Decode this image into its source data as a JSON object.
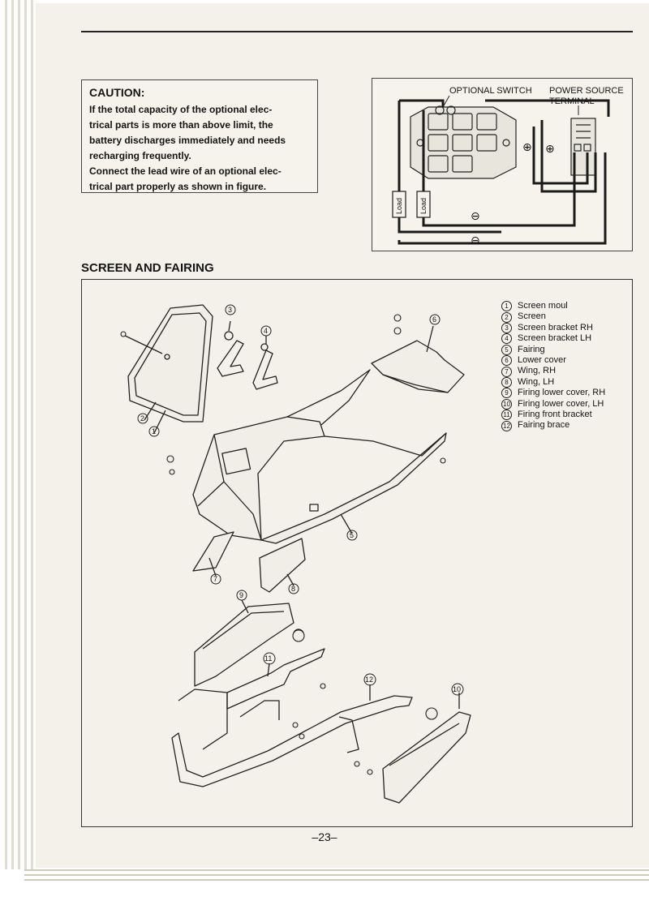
{
  "caution": {
    "title": "CAUTION:",
    "line1": "If the total capacity of the optional elec-",
    "line2": "trical parts is more than above limit, the",
    "line3": "battery discharges immediately and needs",
    "line4": "recharging frequently.",
    "line5": "Connect the lead wire of an optional elec-",
    "line6": "trical part properly as shown in figure."
  },
  "wiring_diagram": {
    "optional_switch": "OPTIONAL SWITCH",
    "power_source_line1": "POWER SOURCE",
    "power_source_line2": "TERMINAL",
    "load_label": "Load",
    "plus_symbol": "⊕",
    "minus_symbol": "⊖"
  },
  "section": {
    "title": "SCREEN AND FAIRING"
  },
  "parts": [
    {
      "num": "1",
      "name": "Screen moul"
    },
    {
      "num": "2",
      "name": "Screen"
    },
    {
      "num": "3",
      "name": "Screen bracket RH"
    },
    {
      "num": "4",
      "name": "Screen bracket LH"
    },
    {
      "num": "5",
      "name": "Fairing"
    },
    {
      "num": "6",
      "name": "Lower cover"
    },
    {
      "num": "7",
      "name": "Wing, RH"
    },
    {
      "num": "8",
      "name": "Wing, LH"
    },
    {
      "num": "9",
      "name": "Firing lower cover, RH"
    },
    {
      "num": "10",
      "name": "Firing lower cover, LH"
    },
    {
      "num": "11",
      "name": "Firing front bracket"
    },
    {
      "num": "12",
      "name": "Fairing brace"
    }
  ],
  "page_number": "–23–"
}
